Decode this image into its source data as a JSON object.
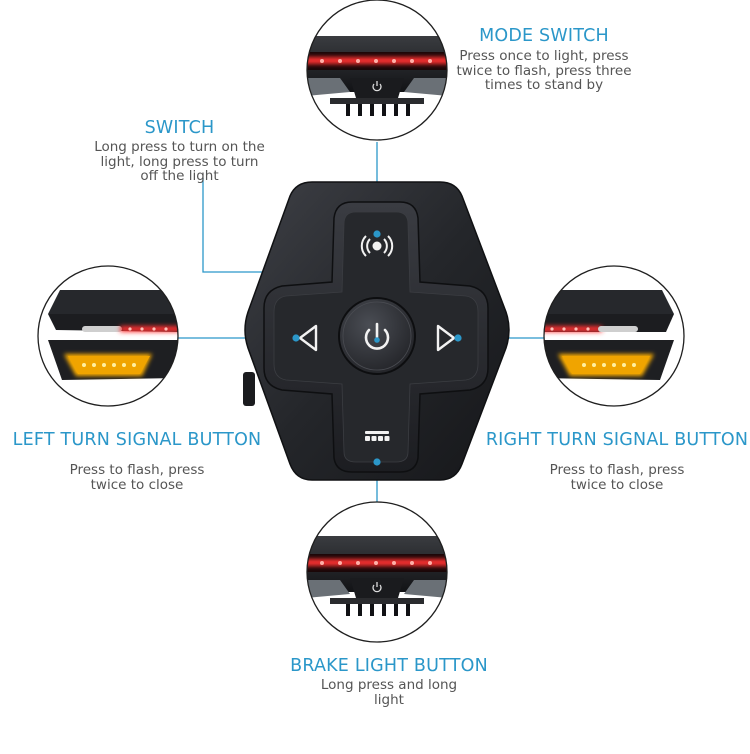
{
  "annotations": {
    "mode_switch": {
      "title": "MODE SWITCH",
      "desc": "Press once to light, press twice to flash, press three times to stand by"
    },
    "switch": {
      "title": "SWITCH",
      "desc": "Long press to turn on the light, long press to turn off the light"
    },
    "left_turn": {
      "title": "LEFT TURN SIGNAL BUTTON",
      "desc": "Press to flash, press twice to close"
    },
    "right_turn": {
      "title": "RIGHT TURN SIGNAL BUTTON",
      "desc": "Press to flash, press twice to close"
    },
    "brake_light": {
      "title": "BRAKE LIGHT BUTTON",
      "desc": "Long press and long light"
    }
  },
  "colors": {
    "accent": "#2b97c9",
    "text": "#555555",
    "red_led": "#ff2a2a",
    "amber_led": "#ffb400",
    "body": "#2a2c30"
  },
  "icons": [
    "mode-icon",
    "power-icon",
    "left-arrow-icon",
    "right-arrow-icon",
    "brake-icon"
  ]
}
